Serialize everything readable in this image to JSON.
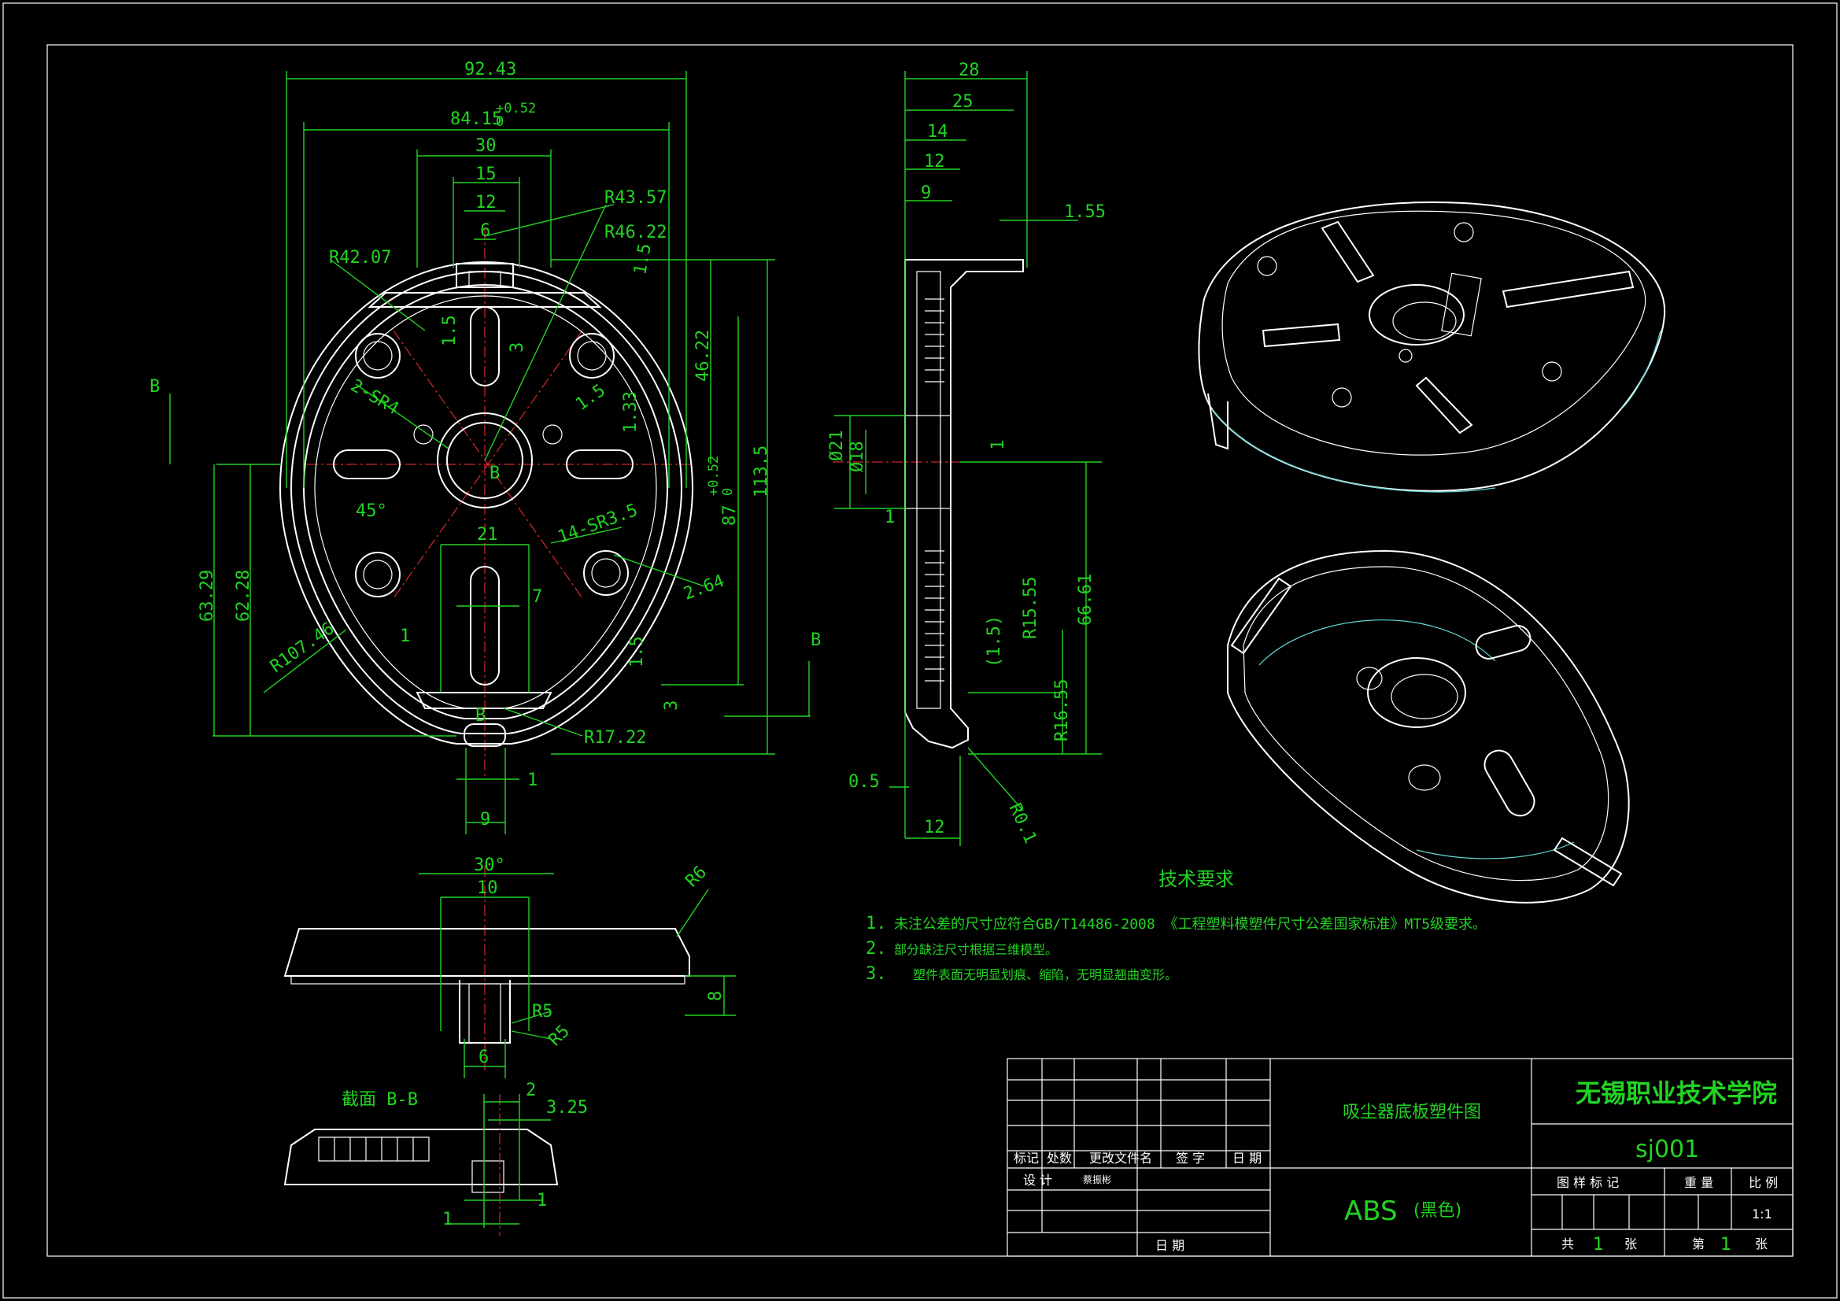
{
  "drawing": {
    "main_view_dims": [
      "92.43",
      "84.15",
      "+0.52",
      "0",
      "30",
      "15",
      "12",
      "6",
      "R43.57",
      "R46.22",
      "R42.07",
      "1.5",
      "1.5",
      "3",
      "46.22",
      "2-SR4",
      "1.5",
      "1.33",
      "113.5",
      "87",
      "+0.52",
      "0",
      "B",
      "B",
      "45°",
      "21",
      "14-SR3.5",
      "2.64",
      "63.29",
      "62.28",
      "R107.46",
      "7",
      "1",
      "1.5",
      "B",
      "3",
      "R17.22",
      "1",
      "9",
      "B"
    ],
    "side_view_dims": [
      "28",
      "25",
      "14",
      "12",
      "9",
      "1.55",
      "Ø21",
      "Ø18",
      "1",
      "1",
      "R15.55",
      "(1.5)",
      "66.61",
      "R16.55",
      "0.5",
      "12",
      "R0.1"
    ],
    "bottom_view_dims": [
      "30°",
      "10",
      "R6",
      "R5",
      "R5",
      "8",
      "6"
    ],
    "section_title": "截面 B-B",
    "section_dims": [
      "2",
      "3.25",
      "1",
      "1"
    ]
  },
  "tech_req": {
    "title": "技术要求",
    "items": [
      {
        "num": "1.",
        "text": "未注公差的尺寸应符合GB/T14486-2008 《工程塑料模塑件尺寸公差国家标准》MT5级要求。"
      },
      {
        "num": "2.",
        "text": "部分缺注尺寸根据三维模型。"
      },
      {
        "num": "3.",
        "text": "塑件表面无明显划痕、缩陷，无明显翘曲变形。"
      }
    ]
  },
  "title_block": {
    "drawing_name": "吸尘器底板塑件图",
    "school": "无锡职业技术学院",
    "code": "sj001",
    "material": "ABS",
    "material_note": "(黑色)",
    "headers": [
      "标记",
      "处数",
      "更改文件名",
      "签 字",
      "日 期"
    ],
    "design_label": "设 计",
    "designer": "蔡振彬",
    "date_label": "日 期",
    "prop_headers": [
      "图 样 标 记",
      "重 量",
      "比 例"
    ],
    "scale": "1:1",
    "total_label": "共",
    "total": "1",
    "sheet_unit": "张",
    "page_label": "第",
    "page": "1",
    "page_unit": "张"
  },
  "colors": {
    "background": "#000000",
    "line": "#ffffff",
    "dimension": "#23d323",
    "centerline": "#ff3030",
    "tangent": "#5fd6d6"
  }
}
